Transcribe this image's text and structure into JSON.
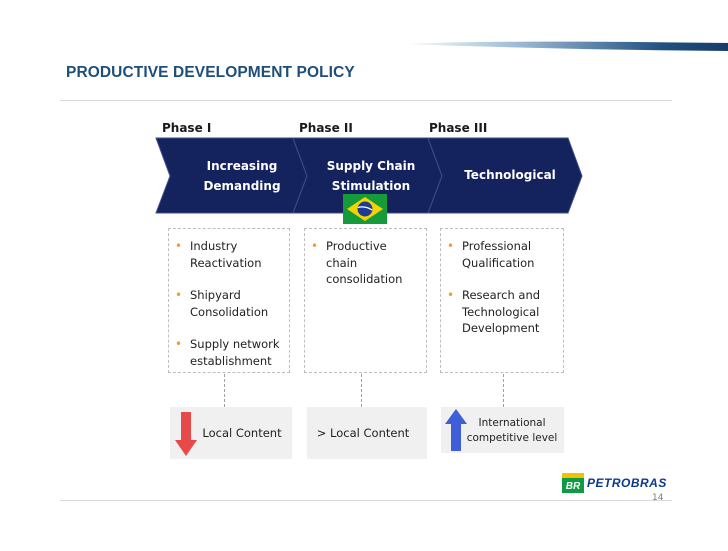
{
  "slide": {
    "title": "PRODUCTIVE DEVELOPMENT POLICY",
    "page_number": "14"
  },
  "phases": [
    {
      "label": "Phase I",
      "stage_lines": [
        "Increasing",
        "Demanding"
      ],
      "bullets": [
        [
          "Industry",
          "Reactivation"
        ],
        [
          "Shipyard",
          "Consolidation"
        ],
        [
          "Supply network",
          "establishment"
        ]
      ],
      "outcome_lines": [
        "Local Content"
      ],
      "outcome_icon": "red-down-arrow-icon"
    },
    {
      "label": "Phase II",
      "stage_lines": [
        "Supply Chain",
        "Stimulation"
      ],
      "bullets": [
        [
          "Productive",
          "chain",
          "consolidation"
        ]
      ],
      "outcome_lines": [
        "> Local Content"
      ],
      "outcome_icon": "brazil-flag-icon"
    },
    {
      "label": "Phase III",
      "stage_lines": [
        "Technological"
      ],
      "bullets": [
        [
          "Professional",
          "Qualification"
        ],
        [
          "Research and",
          "Technological",
          "Development"
        ]
      ],
      "outcome_lines": [
        "International",
        "competitive level"
      ],
      "outcome_icon": "blue-up-arrow-icon"
    }
  ],
  "logo": {
    "badge": "BR",
    "name": "PETROBRAS"
  },
  "colors": {
    "title": "#1f4e79",
    "chevron": "#14235e",
    "bullet": "#e8a13a",
    "down_arrow": "#e84a4a",
    "up_arrow": "#3f5fd9",
    "logo_green": "#0f9a44",
    "logo_yellow": "#f2c200"
  }
}
